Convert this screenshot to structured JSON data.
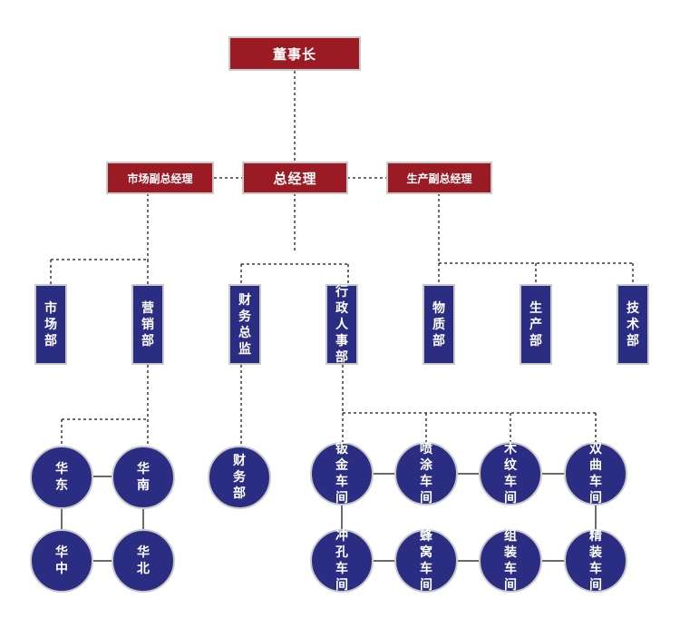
{
  "top": {
    "chairman": "董事长"
  },
  "level2": {
    "gm": "总经理",
    "marketing_vp": "市场副总经理",
    "production_vp": "生产副总经理"
  },
  "departments": {
    "market": "市场部",
    "sales": "营销部",
    "finance_director": "财务总监",
    "admin_hr": "行政人事部",
    "materials": "物质部",
    "production": "生产部",
    "technology": "技术部"
  },
  "regions": {
    "east": "华东",
    "south": "华南",
    "central": "华中",
    "north": "华北"
  },
  "finance": {
    "dept": "财务部"
  },
  "workshops": {
    "sheet_metal": "钣金车间",
    "spray": "喷涂车间",
    "wood_grain": "木纹车间",
    "double_curve": "双曲车间",
    "punching": "冲孔车间",
    "honeycomb": "蜂窝车间",
    "assembly": "组装车间",
    "finishing": "精装车间"
  },
  "colors": {
    "red": "#9b1b24",
    "blue": "#2a2d82",
    "border": "#c9c9c9",
    "line": "#3a3a3a"
  }
}
